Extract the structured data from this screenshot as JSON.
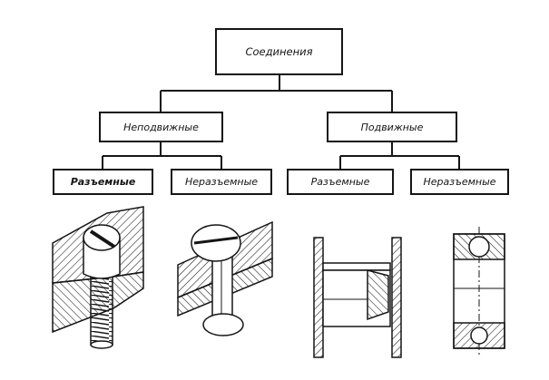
{
  "diagram": {
    "root": {
      "label": "Соединения"
    },
    "branches": [
      {
        "label": "Неподвижные",
        "children": [
          {
            "label": "Разъемные",
            "illustration": "bolt-joint"
          },
          {
            "label": "Неразъемные",
            "illustration": "rivet-joint"
          }
        ]
      },
      {
        "label": "Подвижные",
        "children": [
          {
            "label": "Разъемные",
            "illustration": "slider-joint"
          },
          {
            "label": "Неразъемные",
            "illustration": "ball-bearing"
          }
        ]
      }
    ]
  },
  "colors": {
    "ink": "#151515",
    "paper": "#ffffff"
  }
}
